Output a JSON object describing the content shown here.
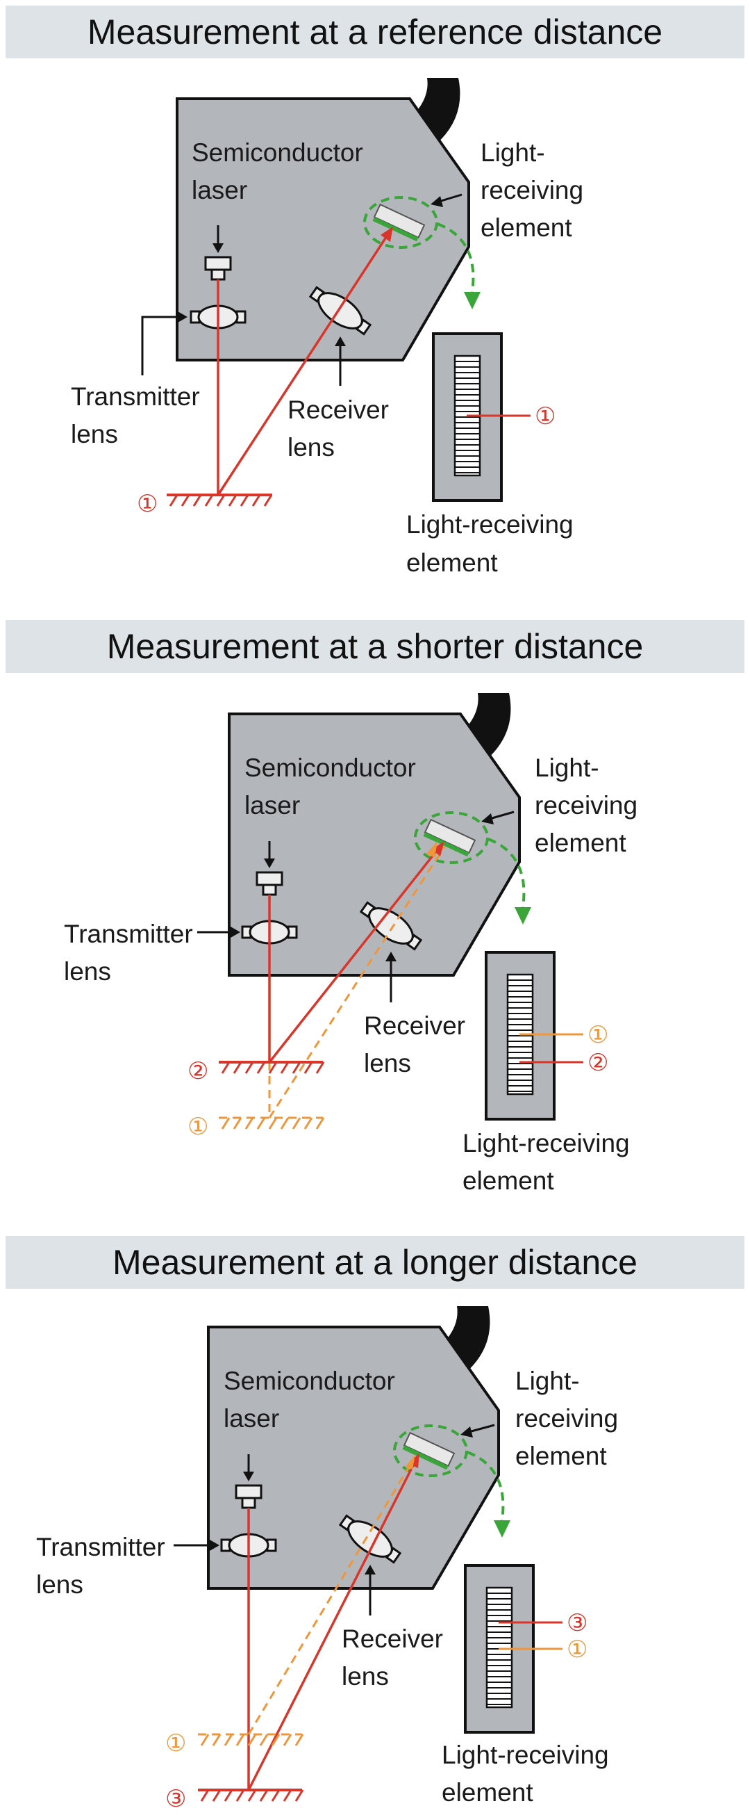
{
  "panels": [
    {
      "title": "Measurement at a reference distance",
      "labels": {
        "laser": [
          "Semiconductor",
          "laser"
        ],
        "element": [
          "Light-",
          "receiving",
          "element"
        ],
        "transmitter": [
          "Transmitter",
          "lens"
        ],
        "receiver": [
          "Receiver",
          "lens"
        ],
        "array": [
          "Light-receiving",
          "element"
        ]
      },
      "markers": {
        "near": "①"
      },
      "array_markers": [
        "①"
      ]
    },
    {
      "title": "Measurement at a shorter distance",
      "labels": {
        "laser": [
          "Semiconductor",
          "laser"
        ],
        "element": [
          "Light-",
          "receiving",
          "element"
        ],
        "transmitter": [
          "Transmitter",
          "lens"
        ],
        "receiver": [
          "Receiver",
          "lens"
        ],
        "array": [
          "Light-receiving",
          "element"
        ]
      },
      "markers": {
        "solid": "②",
        "dashed": "①"
      },
      "array_markers": [
        "①",
        "②"
      ]
    },
    {
      "title": "Measurement at a longer distance",
      "labels": {
        "laser": [
          "Semiconductor",
          "laser"
        ],
        "element": [
          "Light-",
          "receiving",
          "element"
        ],
        "transmitter": [
          "Transmitter",
          "lens"
        ],
        "receiver": [
          "Receiver",
          "lens"
        ],
        "array": [
          "Light-receiving",
          "element"
        ]
      },
      "markers": {
        "dashed": "①",
        "solid": "③"
      },
      "array_markers": [
        "③",
        "①"
      ]
    }
  ],
  "colors": {
    "red": "#d9352a",
    "orange": "#f0963a",
    "green": "#3aa63a",
    "housing": "#b3b7bb",
    "header": "#dde3e6"
  }
}
